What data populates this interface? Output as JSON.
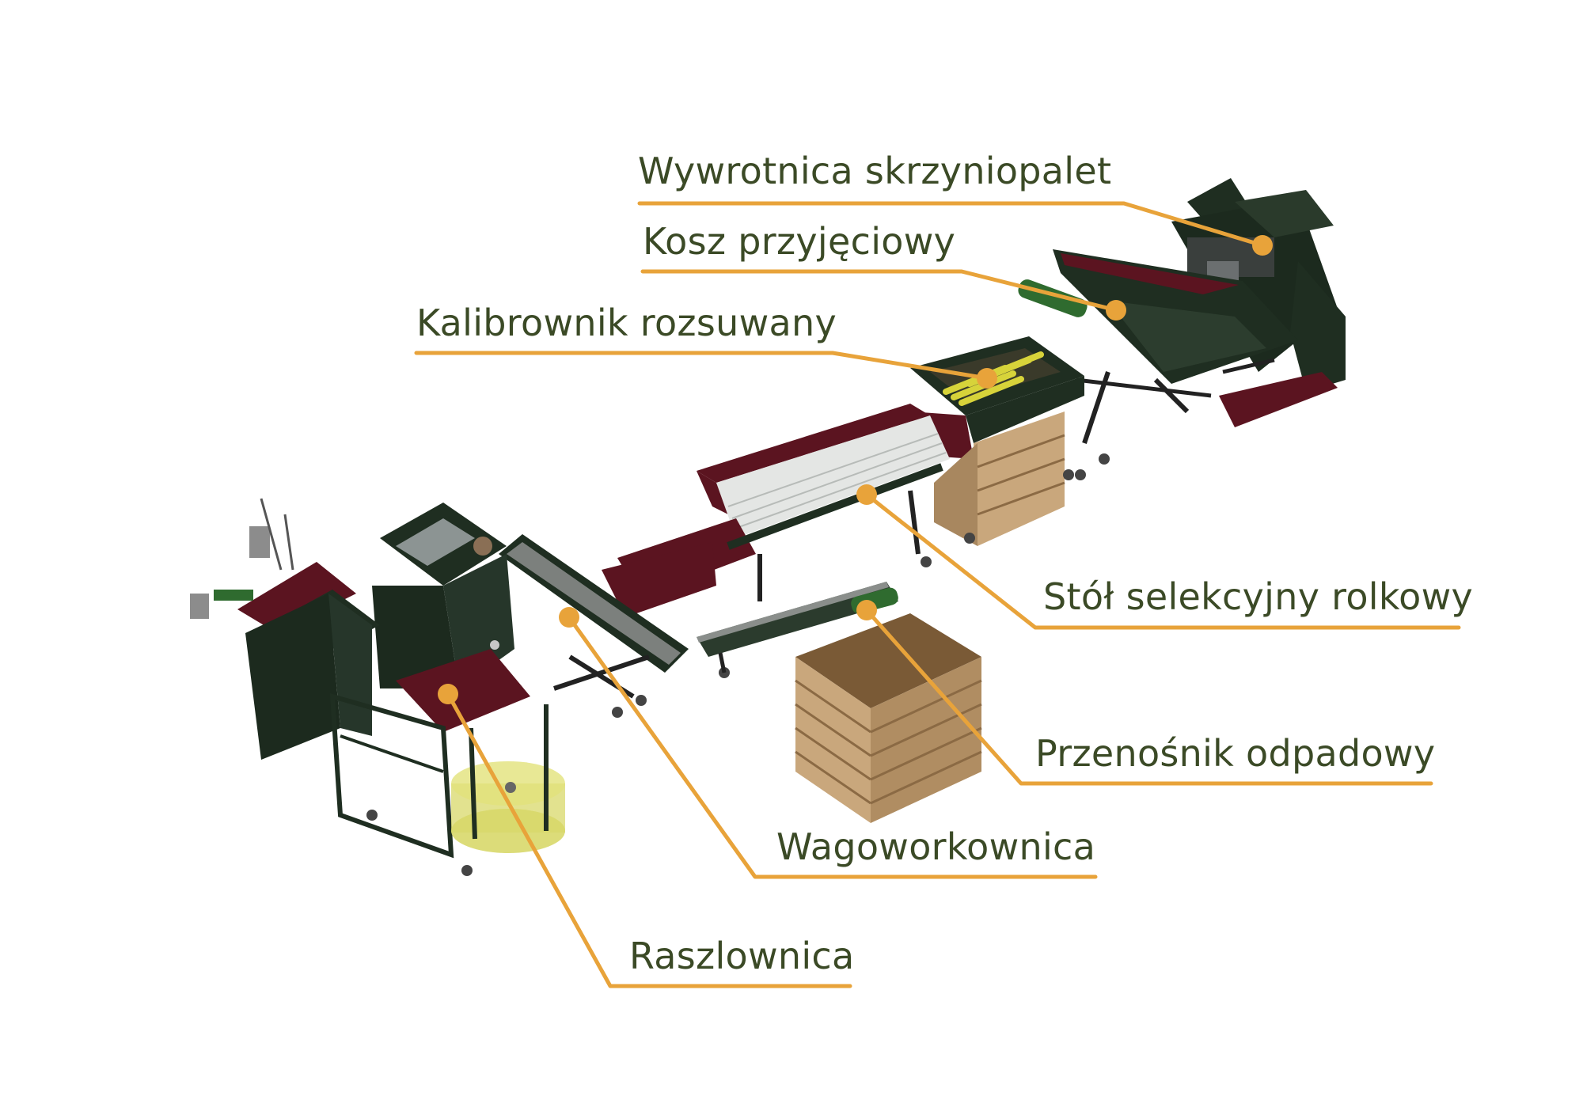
{
  "colors": {
    "leader": "#e8a33a",
    "label_text": "#3b4a26",
    "machine_dark": "#1f2e21",
    "machine_red": "#5b1420",
    "wood": "#c9a77c",
    "bag": "#d8d86a"
  },
  "labels": [
    {
      "id": "wywrotnica",
      "text": "Wywrotnica skrzyniopalet"
    },
    {
      "id": "kosz",
      "text": "Kosz przyjęciowy"
    },
    {
      "id": "kalibrownik",
      "text": "Kalibrownik rozsuwany"
    },
    {
      "id": "stol",
      "text": "Stół selekcyjny rolkowy"
    },
    {
      "id": "przenosnik",
      "text": "Przenośnik odpadowy"
    },
    {
      "id": "wagoworkownica",
      "text": "Wagoworkownica"
    },
    {
      "id": "raszlownica",
      "text": "Raszlownica"
    }
  ]
}
